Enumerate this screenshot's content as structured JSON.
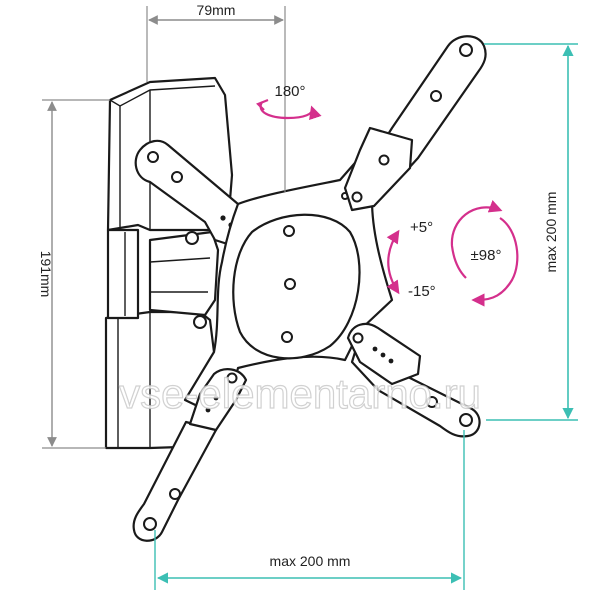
{
  "dimensions": {
    "depth": "79mm",
    "height": "191mm",
    "vesa_vertical": "max 200 mm",
    "vesa_horizontal": "max 200 mm"
  },
  "angles": {
    "rotation": "180°",
    "tilt_up": "+5°",
    "tilt_down": "-15°",
    "swivel": "±98°"
  },
  "watermark": "vse-elementarno.ru",
  "colors": {
    "dimension_line": "#3cbfb4",
    "angle_arrow": "#d42f8c",
    "dark_line": "#1a1a1a",
    "gray_line": "#8c8c8c"
  }
}
